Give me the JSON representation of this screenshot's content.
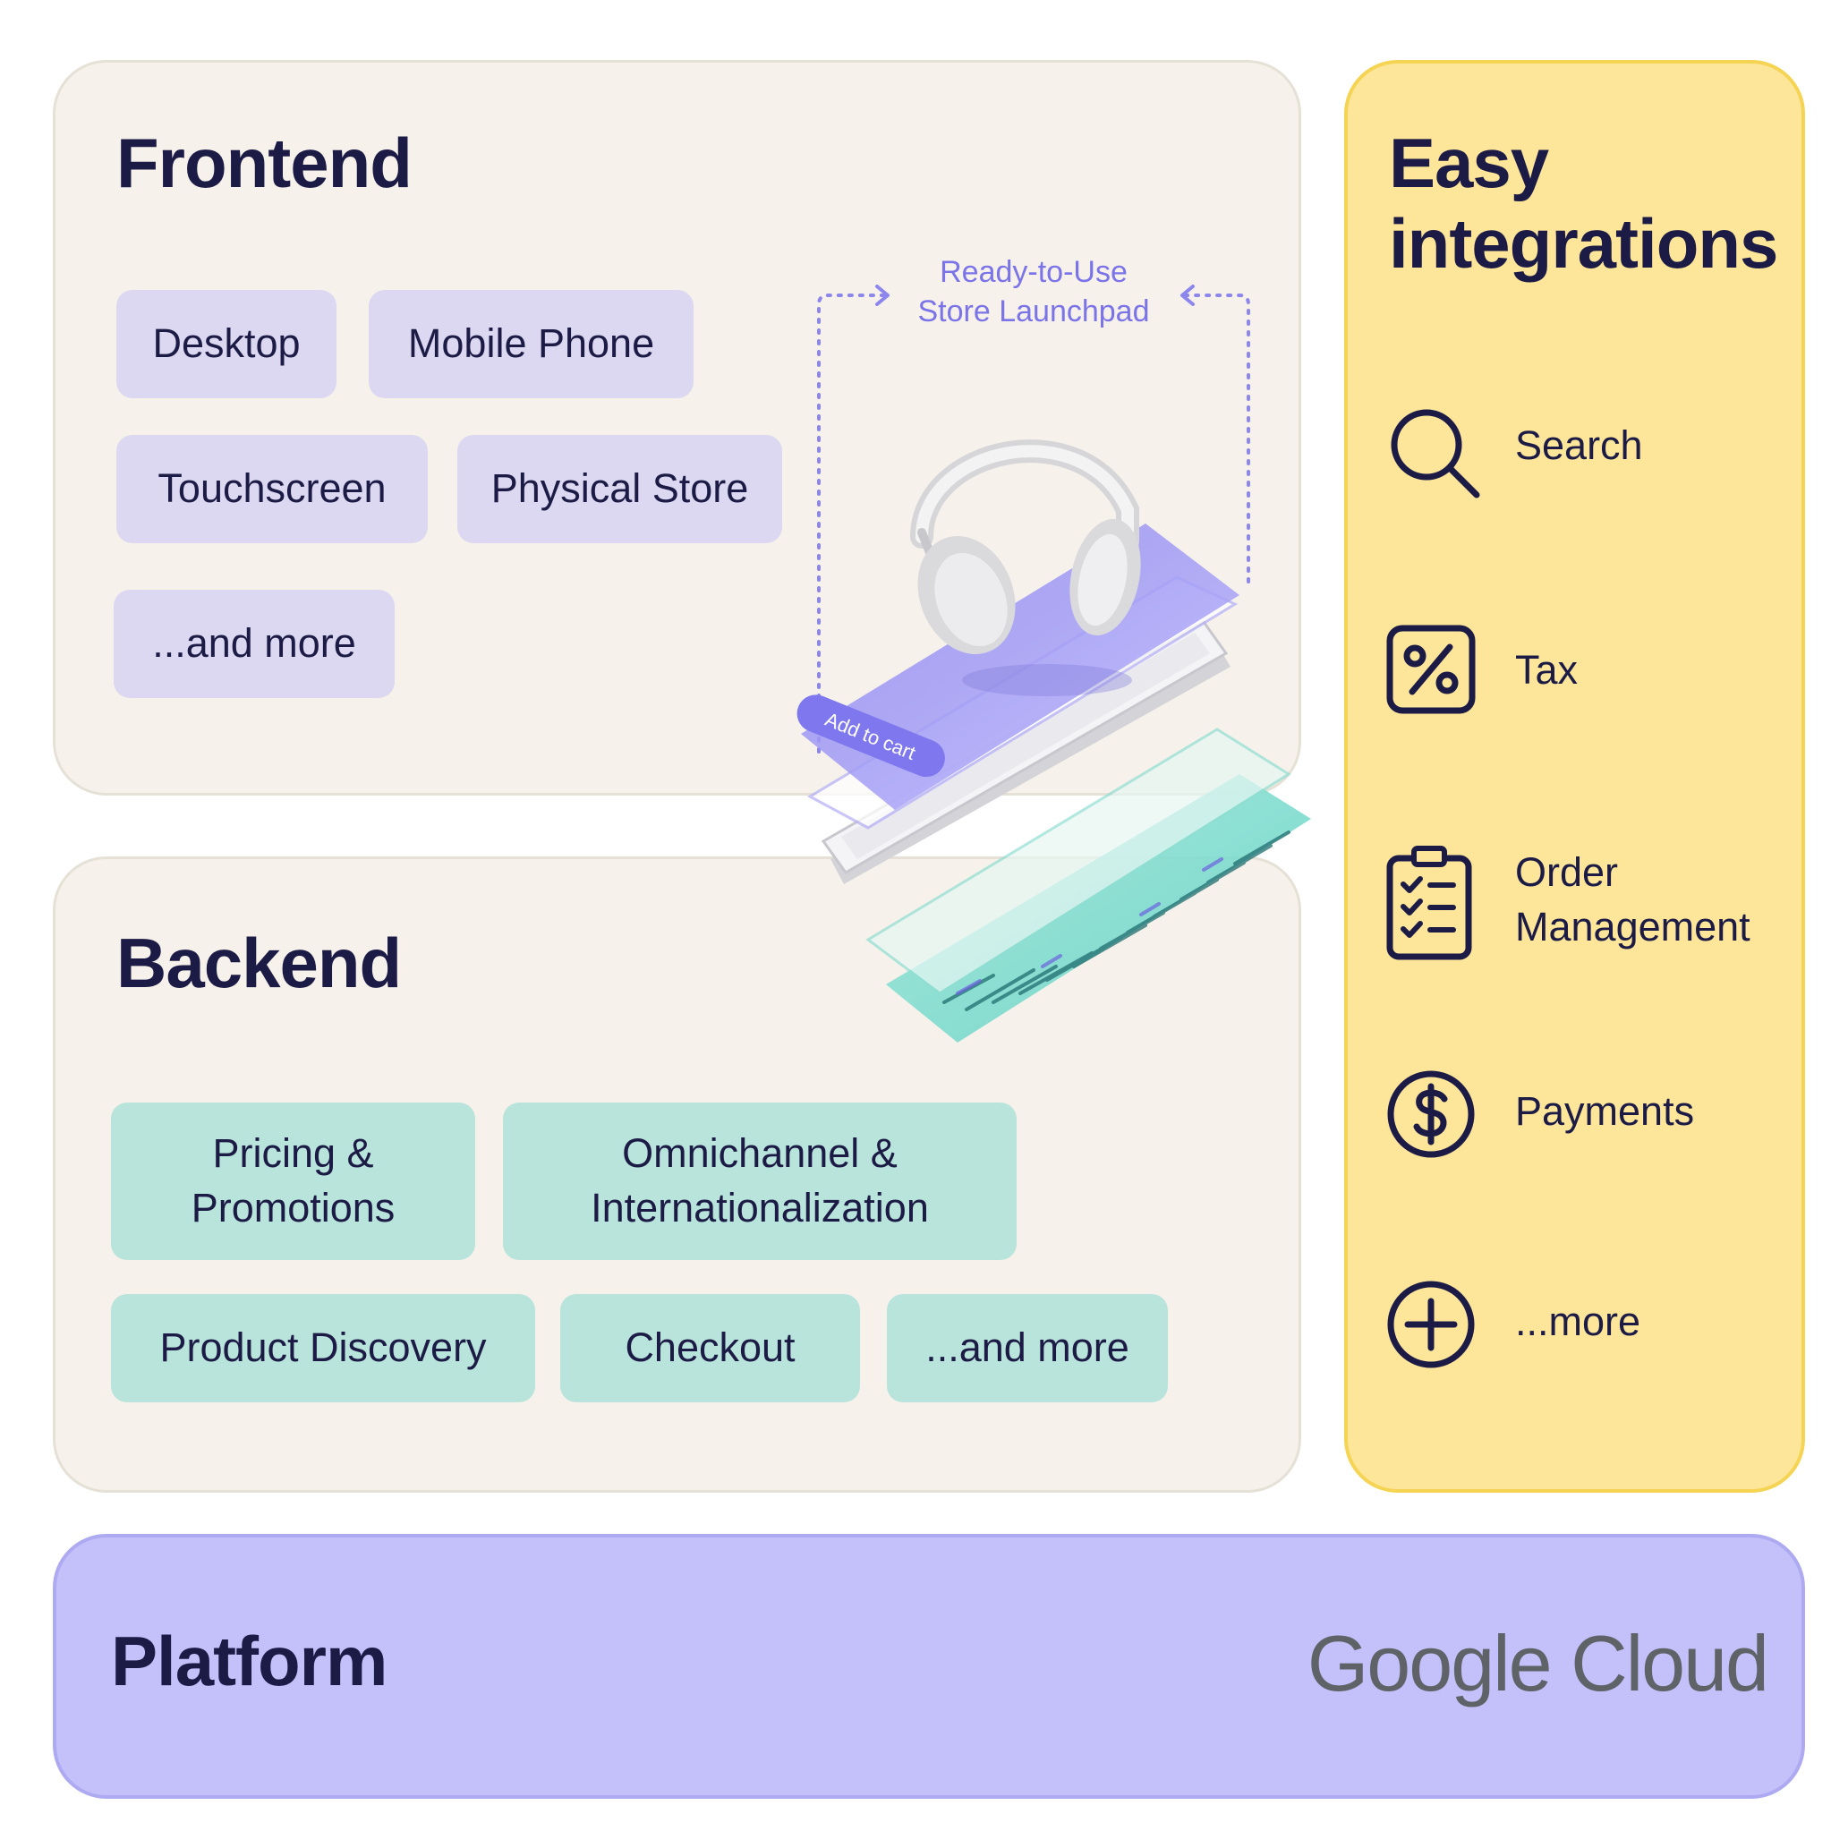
{
  "frontend": {
    "title": "Frontend",
    "chips": [
      "Desktop",
      "Mobile Phone",
      "Touchscreen",
      "Physical Store",
      "...and more"
    ]
  },
  "backend": {
    "title": "Backend",
    "chips": [
      "Pricing & Promotions",
      "Omnichannel & Internationalization",
      "Product Discovery",
      "Checkout",
      "...and more"
    ],
    "chip_lines": [
      [
        "Pricing &",
        "Promotions"
      ],
      [
        "Omnichannel &",
        "Internationalization"
      ]
    ]
  },
  "illustration": {
    "label_line1": "Ready-to-Use",
    "label_line2": "Store Launchpad",
    "button_label": "Add to cart"
  },
  "integrations": {
    "title_line1": "Easy",
    "title_line2": "integrations",
    "items": [
      {
        "label": "Search",
        "icon": "search-icon"
      },
      {
        "label": "Tax",
        "icon": "percent-icon"
      },
      {
        "label_line1": "Order",
        "label_line2": "Management",
        "icon": "clipboard-checklist-icon"
      },
      {
        "label": "Payments",
        "icon": "dollar-icon"
      },
      {
        "label": "...more",
        "icon": "plus-circle-icon"
      }
    ]
  },
  "platform": {
    "title": "Platform",
    "provider": "Google Cloud"
  },
  "colors": {
    "frontend_chip": "#dcd8f1",
    "backend_chip": "#b9e4dc",
    "integrations_bg": "#fde69a",
    "platform_bg": "#c3c0fa",
    "accent_purple": "#7b73e8",
    "text_dark": "#1c1b45"
  }
}
